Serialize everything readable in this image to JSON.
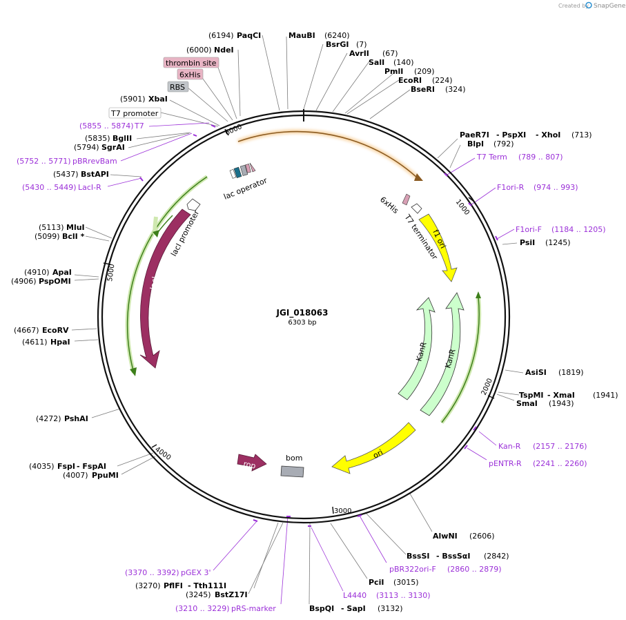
{
  "brand": {
    "created_by": "Created by",
    "name": "SnapGene"
  },
  "plasmid": {
    "name": "JGI_018063",
    "size": "6303 bp"
  },
  "ticks": [
    "1000",
    "2000",
    "3000",
    "4000",
    "5000",
    "6000"
  ],
  "features": {
    "lac_operator": "lac operator",
    "lacI_promoter": "lacI promoter",
    "lacI": "lacI",
    "his6": "6xHis",
    "t7_terminator": "T7 terminator",
    "f1_ori": "f1 ori",
    "kanR_1": "KanR",
    "kanR_2": "KanR",
    "ori": "ori",
    "rop": "rop",
    "bom": "bom"
  },
  "boxed_labels": {
    "thrombin": "thrombin site",
    "his": "6xHis",
    "rbs": "RBS",
    "t7_promoter": "T7 promoter"
  },
  "sites": {
    "paqci": {
      "name": "PaqCI",
      "pos": "(6194)"
    },
    "maubi": {
      "name": "MauBI",
      "pos": "(6240)"
    },
    "bsrgi": {
      "name": "BsrGI",
      "pos": "(7)"
    },
    "avrii": {
      "name": "AvrII",
      "pos": "(67)"
    },
    "sali": {
      "name": "SalI",
      "pos": "(140)"
    },
    "pmli": {
      "name": "PmlI",
      "pos": "(209)"
    },
    "ecori": {
      "name": "EcoRI",
      "pos": "(224)"
    },
    "bseri": {
      "name": "BseRI",
      "pos": "(324)"
    },
    "ndei": {
      "name": "NdeI",
      "pos": "(6000)"
    },
    "xbai": {
      "name": "XbaI",
      "pos": "(5901)"
    },
    "bglii": {
      "name": "BglII",
      "pos": "(5835)"
    },
    "sgrai": {
      "name": "SgrAI",
      "pos": "(5794)"
    },
    "bstapi": {
      "name": "BstAPI",
      "pos": "(5437)"
    },
    "mlui": {
      "name": "MluI",
      "pos": "(5113)"
    },
    "bcli": {
      "name": "BclI *",
      "pos": "(5099)"
    },
    "apai": {
      "name": "ApaI",
      "pos": "(4910)"
    },
    "pspomi": {
      "name": "PspOMI",
      "pos": "(4906)"
    },
    "ecorv": {
      "name": "EcoRV",
      "pos": "(4667)"
    },
    "hpai": {
      "name": "HpaI",
      "pos": "(4611)"
    },
    "pshai": {
      "name": "PshAI",
      "pos": "(4272)"
    },
    "fspi": {
      "name": "FspI",
      "name2": "FspAI",
      "pos": "(4035)"
    },
    "ppumi": {
      "name": "PpuMI",
      "pos": "(4007)"
    },
    "paer7i": {
      "name": "PaeR7I",
      "name2": "PspXI",
      "name3": "XhoI",
      "pos": "(713)"
    },
    "blpi": {
      "name": "BlpI",
      "pos": "(792)"
    },
    "psii": {
      "name": "PsiI",
      "pos": "(1245)"
    },
    "asisi": {
      "name": "AsiSI",
      "pos": "(1819)"
    },
    "tspmi": {
      "name": "TspMI",
      "name2": "XmaI",
      "pos": "(1941)"
    },
    "smai": {
      "name": "SmaI",
      "pos": "(1943)"
    },
    "alwni": {
      "name": "AlwNI",
      "pos": "(2606)"
    },
    "bsssi": {
      "name": "BssSI",
      "name2": "BssSαI",
      "pos": "(2842)"
    },
    "pcii": {
      "name": "PciI",
      "pos": "(3015)"
    },
    "bspqi": {
      "name": "BspQI",
      "name2": "SapI",
      "pos": "(3132)"
    },
    "pflfi": {
      "name": "PflFI",
      "name2": "Tth111I",
      "pos": "(3270)"
    },
    "bstz17i": {
      "name": "BstZ17I",
      "pos": "(3245)"
    }
  },
  "primers": {
    "t7": {
      "range": "(5855 .. 5874)",
      "name": "T7"
    },
    "pbrrevbam": {
      "range": "(5752 .. 5771)",
      "name": "pBRrevBam"
    },
    "laci_r": {
      "range": "(5430 .. 5449)",
      "name": "LacI-R"
    },
    "t7_term": {
      "name": "T7 Term",
      "range": "(789 .. 807)"
    },
    "f1ori_r": {
      "name": "F1ori-R",
      "range": "(974 .. 993)"
    },
    "f1ori_f": {
      "name": "F1ori-F",
      "range": "(1184 .. 1205)"
    },
    "kan_r": {
      "name": "Kan-R",
      "range": "(2157 .. 2176)"
    },
    "pentr_r": {
      "name": "pENTR-R",
      "range": "(2241 .. 2260)"
    },
    "pbr322ori_f": {
      "name": "pBR322ori-F",
      "range": "(2860 .. 2879)"
    },
    "l4440": {
      "name": "L4440",
      "range": "(3113 .. 3130)"
    },
    "pgex3": {
      "range": "(3370 .. 3392)",
      "name": "pGEX 3'"
    },
    "prs_marker": {
      "range": "(3210 .. 3229)",
      "name": "pRS-marker"
    }
  },
  "colors": {
    "primer": "#9b30d8",
    "backbone": "#111111",
    "lacI": "#9c2f62",
    "lacI_promoter": "#ffffff",
    "orange_mrna": "#f2a33a",
    "green_mrna": "#5aa02c",
    "f1_ori": "#ffff00",
    "kanR": "#ccffcc",
    "ori": "#ffff00",
    "rop": "#9c2f62",
    "bom": "#a8acb4",
    "thrombin": "#e8b4c4",
    "rbs": "#c0c4c8"
  }
}
